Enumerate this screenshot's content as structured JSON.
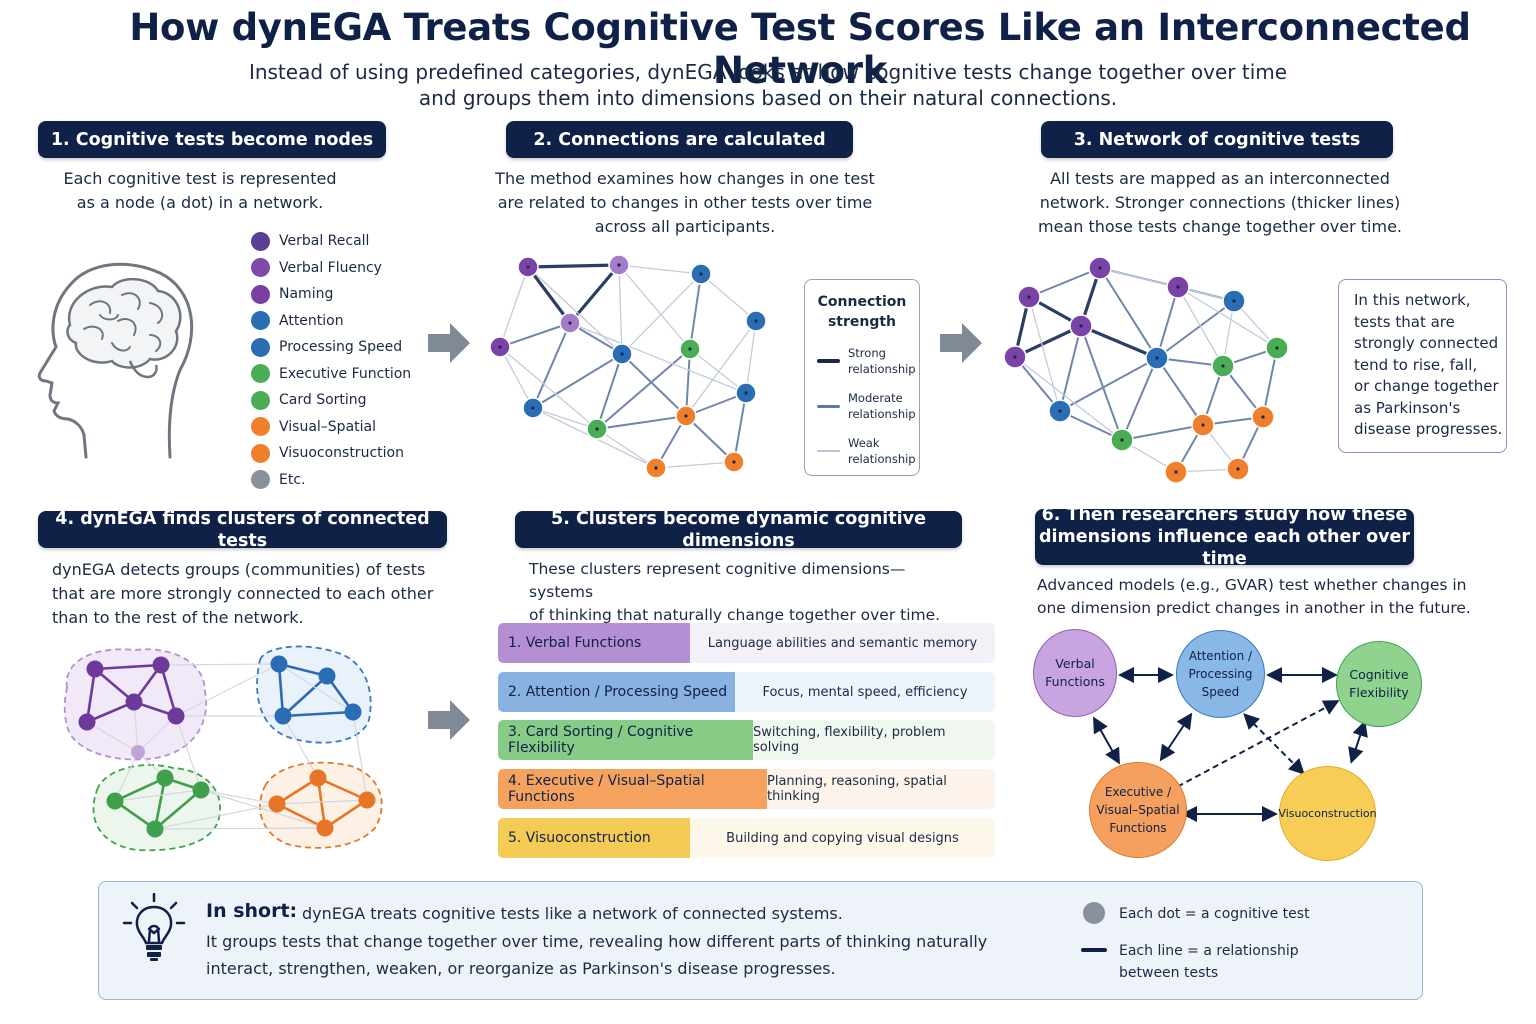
{
  "title": "How dynEGA Treats Cognitive Test Scores Like an Interconnected Network",
  "subtitle": {
    "line1": "Instead of using predefined categories, dynEGA looks at how cognitive tests change together over time",
    "line2": "and groups them into dimensions based on their natural connections."
  },
  "step1": {
    "heading": "1. Cognitive tests become nodes",
    "desc_line1": "Each cognitive test is represented",
    "desc_line2": "as a node (a dot) in a network.",
    "legend": [
      {
        "label": "Verbal Recall",
        "color": "#5b3e96"
      },
      {
        "label": "Verbal Fluency",
        "color": "#7d4aa8"
      },
      {
        "label": "Naming",
        "color": "#7a3fa0"
      },
      {
        "label": "Attention",
        "color": "#2a6db5"
      },
      {
        "label": "Processing Speed",
        "color": "#2a6db5"
      },
      {
        "label": "Executive Function",
        "color": "#4aad55"
      },
      {
        "label": "Card Sorting",
        "color": "#4aad55"
      },
      {
        "label": "Visual–Spatial",
        "color": "#ef7f2a"
      },
      {
        "label": "Visuoconstruction",
        "color": "#ef7f2a"
      },
      {
        "label": "Etc.",
        "color": "#8a919c"
      }
    ]
  },
  "step2": {
    "heading": "2. Connections are calculated",
    "desc_line1": "The method examines how changes in one test",
    "desc_line2": "are related to changes in other tests over time",
    "desc_line3": "across all participants.",
    "strength": {
      "title_line1": "Connection",
      "title_line2": "strength",
      "strong_1": "Strong",
      "strong_2": "relationship",
      "moderate_1": "Moderate",
      "moderate_2": "relationship",
      "weak_1": "Weak",
      "weak_2": "relationship"
    }
  },
  "step3": {
    "heading": "3. Network of cognitive tests",
    "desc_line1": "All tests are mapped as an interconnected",
    "desc_line2": "network. Stronger connections (thicker lines)",
    "desc_line3": "mean those tests change together over time.",
    "note": [
      "In this network,",
      "tests that are",
      "strongly connected",
      "tend to rise, fall,",
      "or change together",
      "as Parkinson's",
      "disease progresses."
    ]
  },
  "step4": {
    "heading": "4. dynEGA finds clusters of connected tests",
    "desc_line1": "dynEGA detects groups (communities) of tests",
    "desc_line2": "that are more strongly connected to each other",
    "desc_line3": "than to the rest of the network."
  },
  "step5": {
    "heading": "5. Clusters become dynamic cognitive dimensions",
    "desc_line1": "These clusters represent cognitive dimensions—systems",
    "desc_line2": "of thinking that naturally change together over time.",
    "dimensions": [
      {
        "label": "1. Verbal Functions",
        "desc": "Language abilities and semantic memory",
        "color": "#b48fd3",
        "light": "#f4f0f8"
      },
      {
        "label": "2. Attention / Processing Speed",
        "desc": "Focus, mental speed, efficiency",
        "color": "#8ab2e0",
        "light": "#eef4fb"
      },
      {
        "label": "3. Card Sorting / Cognitive Flexibility",
        "desc": "Switching, flexibility, problem solving",
        "color": "#86cc86",
        "light": "#eff7ef"
      },
      {
        "label": "4. Executive / Visual–Spatial Functions",
        "desc": "Planning, reasoning, spatial thinking",
        "color": "#f5a25e",
        "light": "#fdf3ea"
      },
      {
        "label": "5. Visuoconstruction",
        "desc": "Building and copying visual designs",
        "color": "#f4cb55",
        "light": "#fdf8ea"
      }
    ]
  },
  "step6": {
    "heading_line1": "6. Then researchers study how these",
    "heading_line2": "dimensions influence each other over time",
    "desc_line1": "Advanced models (e.g., GVAR) test whether changes in",
    "desc_line2": "one dimension predict changes in another in the future.",
    "circles": {
      "verbal_1": "Verbal",
      "verbal_2": "Functions",
      "attention_1": "Attention /",
      "attention_2": "Processing",
      "attention_3": "Speed",
      "cognitive_1": "Cognitive",
      "cognitive_2": "Flexibility",
      "executive_1": "Executive /",
      "executive_2": "Visual–Spatial",
      "executive_3": "Functions",
      "visuo": "Visuoconstruction"
    }
  },
  "summary": {
    "label": "In short:",
    "line1": "dynEGA treats cognitive tests like a network of connected systems.",
    "line2": "It groups tests that change together over time, revealing how different parts of thinking naturally",
    "line3": "interact, strengthen, weaken, or reorganize as Parkinson's disease progresses.",
    "legend_dot": "Each dot = a cognitive test",
    "legend_line_1": "Each line = a relationship",
    "legend_line_2": "between tests"
  }
}
